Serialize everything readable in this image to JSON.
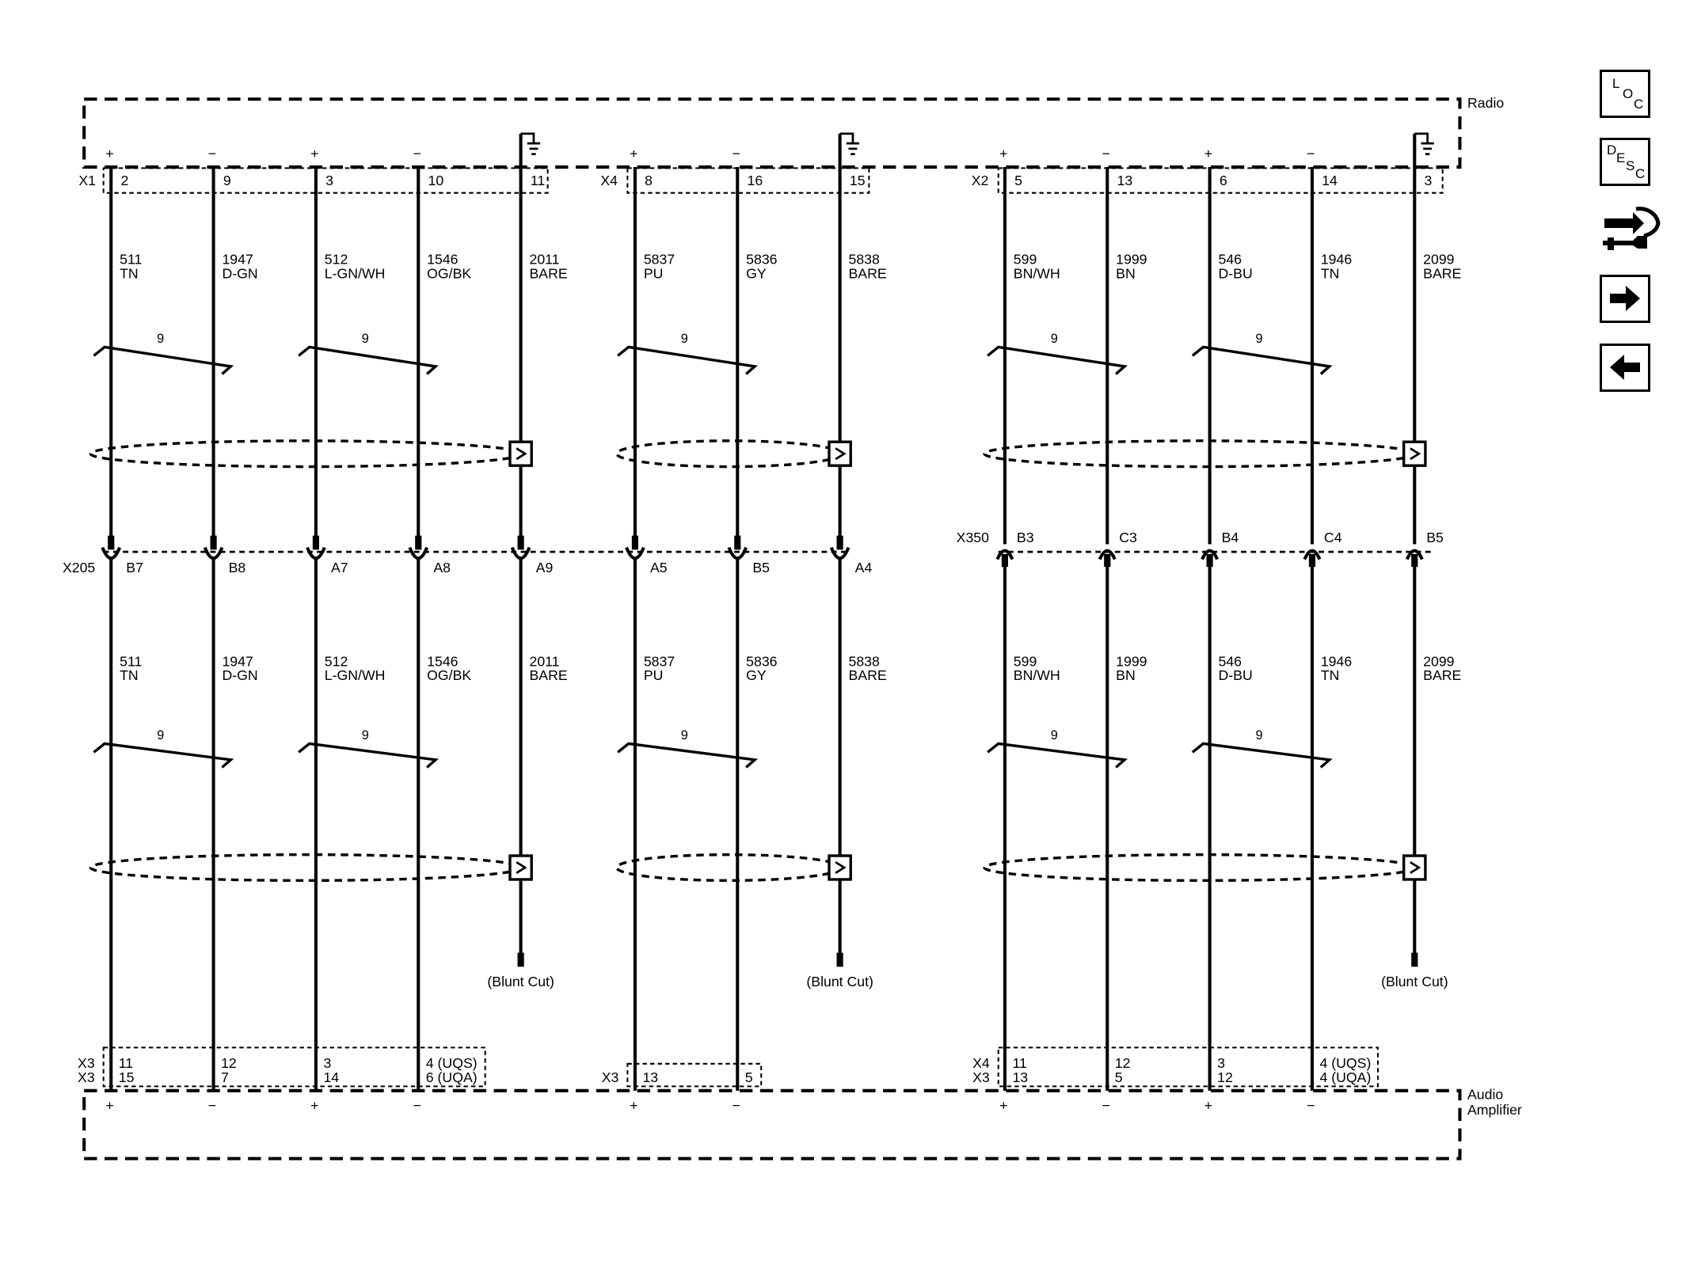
{
  "modules": {
    "top": "Radio",
    "bottom_line1": "Audio",
    "bottom_line2": "Amplifier"
  },
  "top_connectors": {
    "group1": "X1",
    "group2": "X4",
    "group3": "X2"
  },
  "inline_connectors": {
    "left": "X205",
    "right": "X350"
  },
  "wires": [
    {
      "top_pin": "2",
      "circuit": "511",
      "color": "TN",
      "inline_pin": "B7",
      "polarity": "+",
      "bottom_pins": [
        "11",
        "15"
      ]
    },
    {
      "top_pin": "9",
      "circuit": "1947",
      "color": "D-GN",
      "inline_pin": "B8",
      "polarity": "−",
      "bottom_pins": [
        "12",
        "7"
      ]
    },
    {
      "top_pin": "3",
      "circuit": "512",
      "color": "L-GN/WH",
      "inline_pin": "A7",
      "polarity": "+",
      "bottom_pins": [
        "3",
        "14"
      ]
    },
    {
      "top_pin": "10",
      "circuit": "1546",
      "color": "OG/BK",
      "inline_pin": "A8",
      "polarity": "−",
      "bottom_pins": [
        "4 (UQS)",
        "6 (UQA)"
      ]
    },
    {
      "top_pin": "11",
      "circuit": "2011",
      "color": "BARE",
      "inline_pin": "A9",
      "polarity": "ground",
      "bottom_pins": []
    },
    {
      "top_pin": "8",
      "circuit": "5837",
      "color": "PU",
      "inline_pin": "A5",
      "polarity": "+",
      "bottom_pins": [
        "13"
      ]
    },
    {
      "top_pin": "16",
      "circuit": "5836",
      "color": "GY",
      "inline_pin": "B5",
      "polarity": "−",
      "bottom_pins": [
        "5"
      ]
    },
    {
      "top_pin": "15",
      "circuit": "5838",
      "color": "BARE",
      "inline_pin": "A4",
      "polarity": "ground",
      "bottom_pins": []
    },
    {
      "top_pin": "5",
      "circuit": "599",
      "color": "BN/WH",
      "inline_pin": "B3",
      "polarity": "+",
      "bottom_pins": [
        "11",
        "13"
      ]
    },
    {
      "top_pin": "13",
      "circuit": "1999",
      "color": "BN",
      "inline_pin": "C3",
      "polarity": "−",
      "bottom_pins": [
        "12",
        "5"
      ]
    },
    {
      "top_pin": "6",
      "circuit": "546",
      "color": "D-BU",
      "inline_pin": "B4",
      "polarity": "+",
      "bottom_pins": [
        "3",
        "12"
      ]
    },
    {
      "top_pin": "14",
      "circuit": "1946",
      "color": "TN",
      "inline_pin": "C4",
      "polarity": "−",
      "bottom_pins": [
        "4 (UQS)",
        "4 (UQA)"
      ]
    },
    {
      "top_pin": "3",
      "circuit": "2099",
      "color": "BARE",
      "inline_pin": "B5",
      "polarity": "ground",
      "bottom_pins": []
    }
  ],
  "twist_label": "9",
  "blunt_cut_label": "(Blunt Cut)",
  "bottom_connectors": {
    "group1": [
      "X3",
      "X3"
    ],
    "group2": [
      "X3"
    ],
    "group3": [
      "X4",
      "X3"
    ]
  },
  "controls": {
    "loc": {
      "l": "L",
      "o": "O",
      "c": "C",
      "icon": "location-icon"
    },
    "desc": {
      "d": "D",
      "e": "E",
      "s": "S",
      "c": "C",
      "icon": "description-icon"
    },
    "connector_icon": "connector-tool-icon",
    "next_icon": "arrow-right-icon",
    "prev_icon": "arrow-left-icon"
  }
}
